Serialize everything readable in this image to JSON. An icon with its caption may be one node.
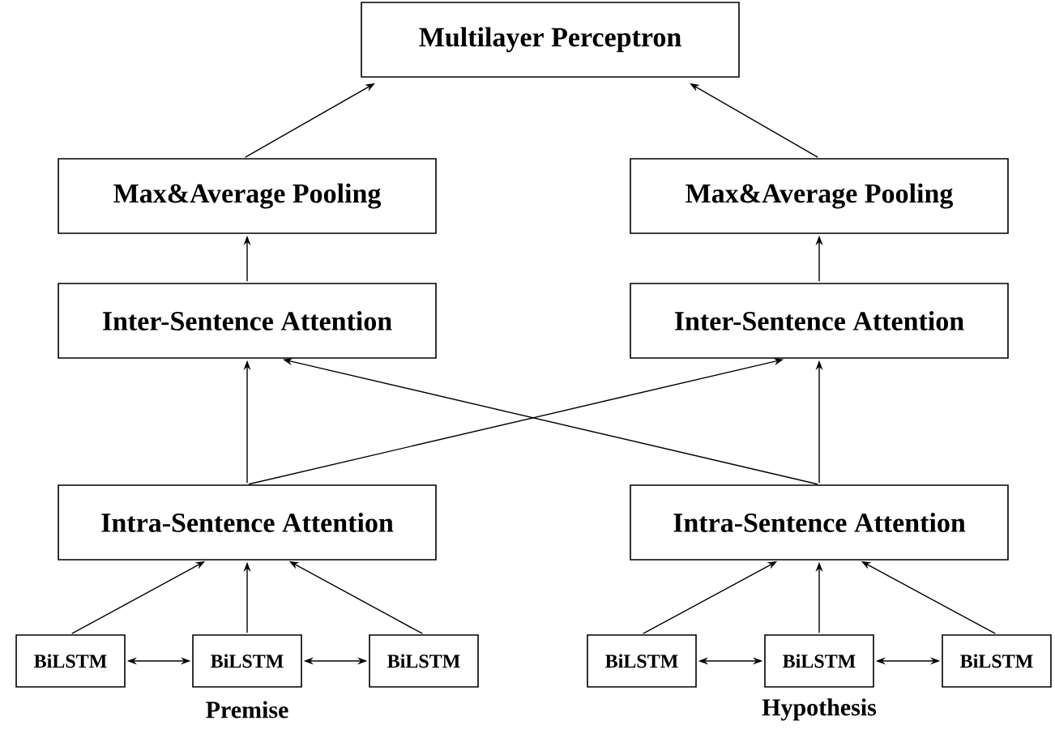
{
  "diagram": {
    "nodes": [
      {
        "text": [
          "Multilayer Perceptron"
        ]
      },
      {
        "text": [
          "Max&Average Pooling"
        ]
      },
      {
        "text": [
          "Max&Average Pooling"
        ]
      },
      {
        "text": [
          "Inter-Sentence Attention"
        ]
      },
      {
        "text": [
          "Inter-Sentence Attention"
        ]
      },
      {
        "text": [
          "Intra-Sentence Attention"
        ]
      },
      {
        "text": [
          "Intra-Sentence Attention"
        ]
      },
      {
        "text": [
          "BiLSTM"
        ]
      },
      {
        "text": [
          "BiLSTM"
        ]
      },
      {
        "text": [
          "BiLSTM"
        ]
      },
      {
        "text": [
          "BiLSTM"
        ]
      },
      {
        "text": [
          "BiLSTM"
        ]
      },
      {
        "text": [
          "BiLSTM"
        ]
      }
    ],
    "edges": [
      {
        "from": 1,
        "to": 0,
        "arrow": "to"
      },
      {
        "from": 2,
        "to": 0,
        "arrow": "to"
      },
      {
        "from": 3,
        "to": 1,
        "arrow": "to"
      },
      {
        "from": 4,
        "to": 2,
        "arrow": "to"
      },
      {
        "from": 5,
        "to": 3,
        "arrow": "to"
      },
      {
        "from": 5,
        "to": 4,
        "arrow": "to"
      },
      {
        "from": 6,
        "to": 3,
        "arrow": "to"
      },
      {
        "from": 6,
        "to": 4,
        "arrow": "to"
      },
      {
        "from": 7,
        "to": 5,
        "arrow": "to"
      },
      {
        "from": 8,
        "to": 5,
        "arrow": "to"
      },
      {
        "from": 9,
        "to": 5,
        "arrow": "to"
      },
      {
        "from": 10,
        "to": 6,
        "arrow": "to"
      },
      {
        "from": 11,
        "to": 6,
        "arrow": "to"
      },
      {
        "from": 12,
        "to": 6,
        "arrow": "to"
      },
      {
        "from": 7,
        "to": 8,
        "arrow": "both"
      },
      {
        "from": 8,
        "to": 9,
        "arrow": "both"
      },
      {
        "from": 10,
        "to": 11,
        "arrow": "both"
      },
      {
        "from": 11,
        "to": 12,
        "arrow": "both"
      }
    ],
    "labels": [
      "Premise",
      "Hypothesis"
    ]
  }
}
